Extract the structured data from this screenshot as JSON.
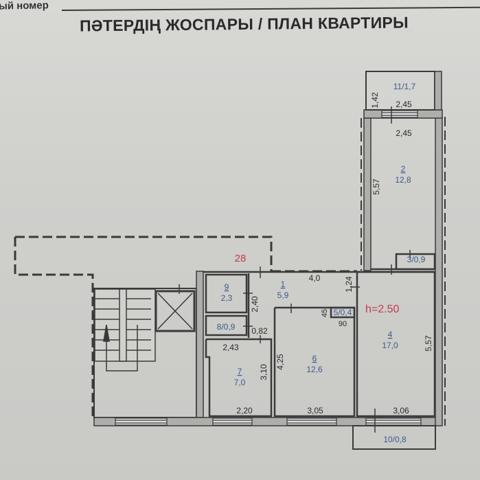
{
  "header": {
    "number_label": "ый номер",
    "title": "ПӘТЕРДІҢ ЖОСПАРЫ / ПЛАН КВАРТИРЫ"
  },
  "plan": {
    "ceiling_height": "h=2.50",
    "stair_area_label": "28",
    "rooms": [
      {
        "id": "1",
        "number": "1",
        "area": "5,9"
      },
      {
        "id": "2",
        "number": "2",
        "area": "12,8"
      },
      {
        "id": "3",
        "label": "3/0,9"
      },
      {
        "id": "4",
        "number": "4",
        "area": "17,0"
      },
      {
        "id": "5",
        "label": "5/0,4"
      },
      {
        "id": "6",
        "number": "6",
        "area": "12,6"
      },
      {
        "id": "7",
        "number": "7",
        "area": "7,0"
      },
      {
        "id": "8",
        "label": "8/0,9"
      },
      {
        "id": "9",
        "number": "9",
        "area": "2,3"
      },
      {
        "id": "10",
        "label": "10/0,8"
      },
      {
        "id": "11",
        "label": "11/1,7"
      }
    ],
    "dimensions": {
      "balcony11_depth": "1,42",
      "balcony11_width": "2,45",
      "room2_width": "2,45",
      "room2_length": "5,57",
      "room1_width": "4,0",
      "room1_depth": "1,24",
      "room1_corridor": "2,40",
      "room5_depth": "45",
      "room5_width": "90",
      "room8_width": "0,82",
      "room7_width_top": "2,43",
      "room7_depth": "3,10",
      "room7_width_bottom": "2,20",
      "room6_depth": "4,25",
      "room6_width": "3,05",
      "room4_length": "5,57",
      "room4_width": "3,06"
    },
    "colors": {
      "wall": "#3a3a3a",
      "wall_fill": "#a9a9a6",
      "room_text": "#3d5a8c",
      "accent_red": "#c8394a",
      "paper": "#cfcfcc"
    }
  }
}
